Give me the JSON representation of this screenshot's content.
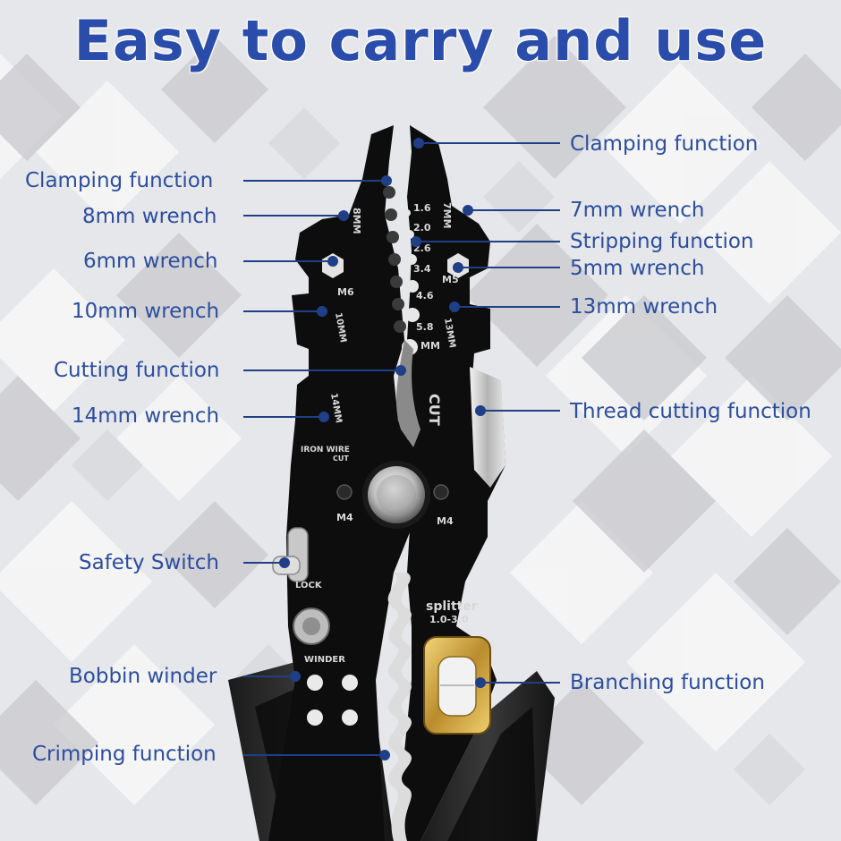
{
  "headline": "Easy to carry and use",
  "tool_marks": {
    "mm_8": "8MM",
    "mm_7": "7MM",
    "m6": "M6",
    "m5": "M5",
    "mm_10": "10MM",
    "mm_13": "13MM",
    "mm": "MM",
    "gauges": [
      "1.6",
      "2.0",
      "2.6",
      "3.4",
      "4.6",
      "5.8"
    ],
    "cut": "CUT",
    "mm_14": "14MM",
    "iron_wire": "IRON WIRE",
    "iron_wire_cut": "CUT",
    "m4_left": "M4",
    "m4_right": "M4",
    "lock": "LOCK",
    "splitter": "splitter",
    "splitter_range": "1.0-3.0",
    "winder": "WINDER"
  },
  "labels": {
    "left": [
      "Clamping function",
      "8mm wrench",
      "6mm wrench",
      "10mm wrench",
      "Cutting function",
      "14mm wrench",
      "Safety Switch",
      "Bobbin winder",
      "Crimping function"
    ],
    "right": [
      "Clamping function",
      "7mm wrench",
      "Stripping function",
      "5mm wrench",
      "13mm wrench",
      "Thread cutting function",
      "Branching function"
    ]
  },
  "colors": {
    "label_text": "#2c4e9e",
    "headline_text": "#2a4dab",
    "leader_line": "#1f3f86",
    "tool_body": "#0d0d0d"
  }
}
